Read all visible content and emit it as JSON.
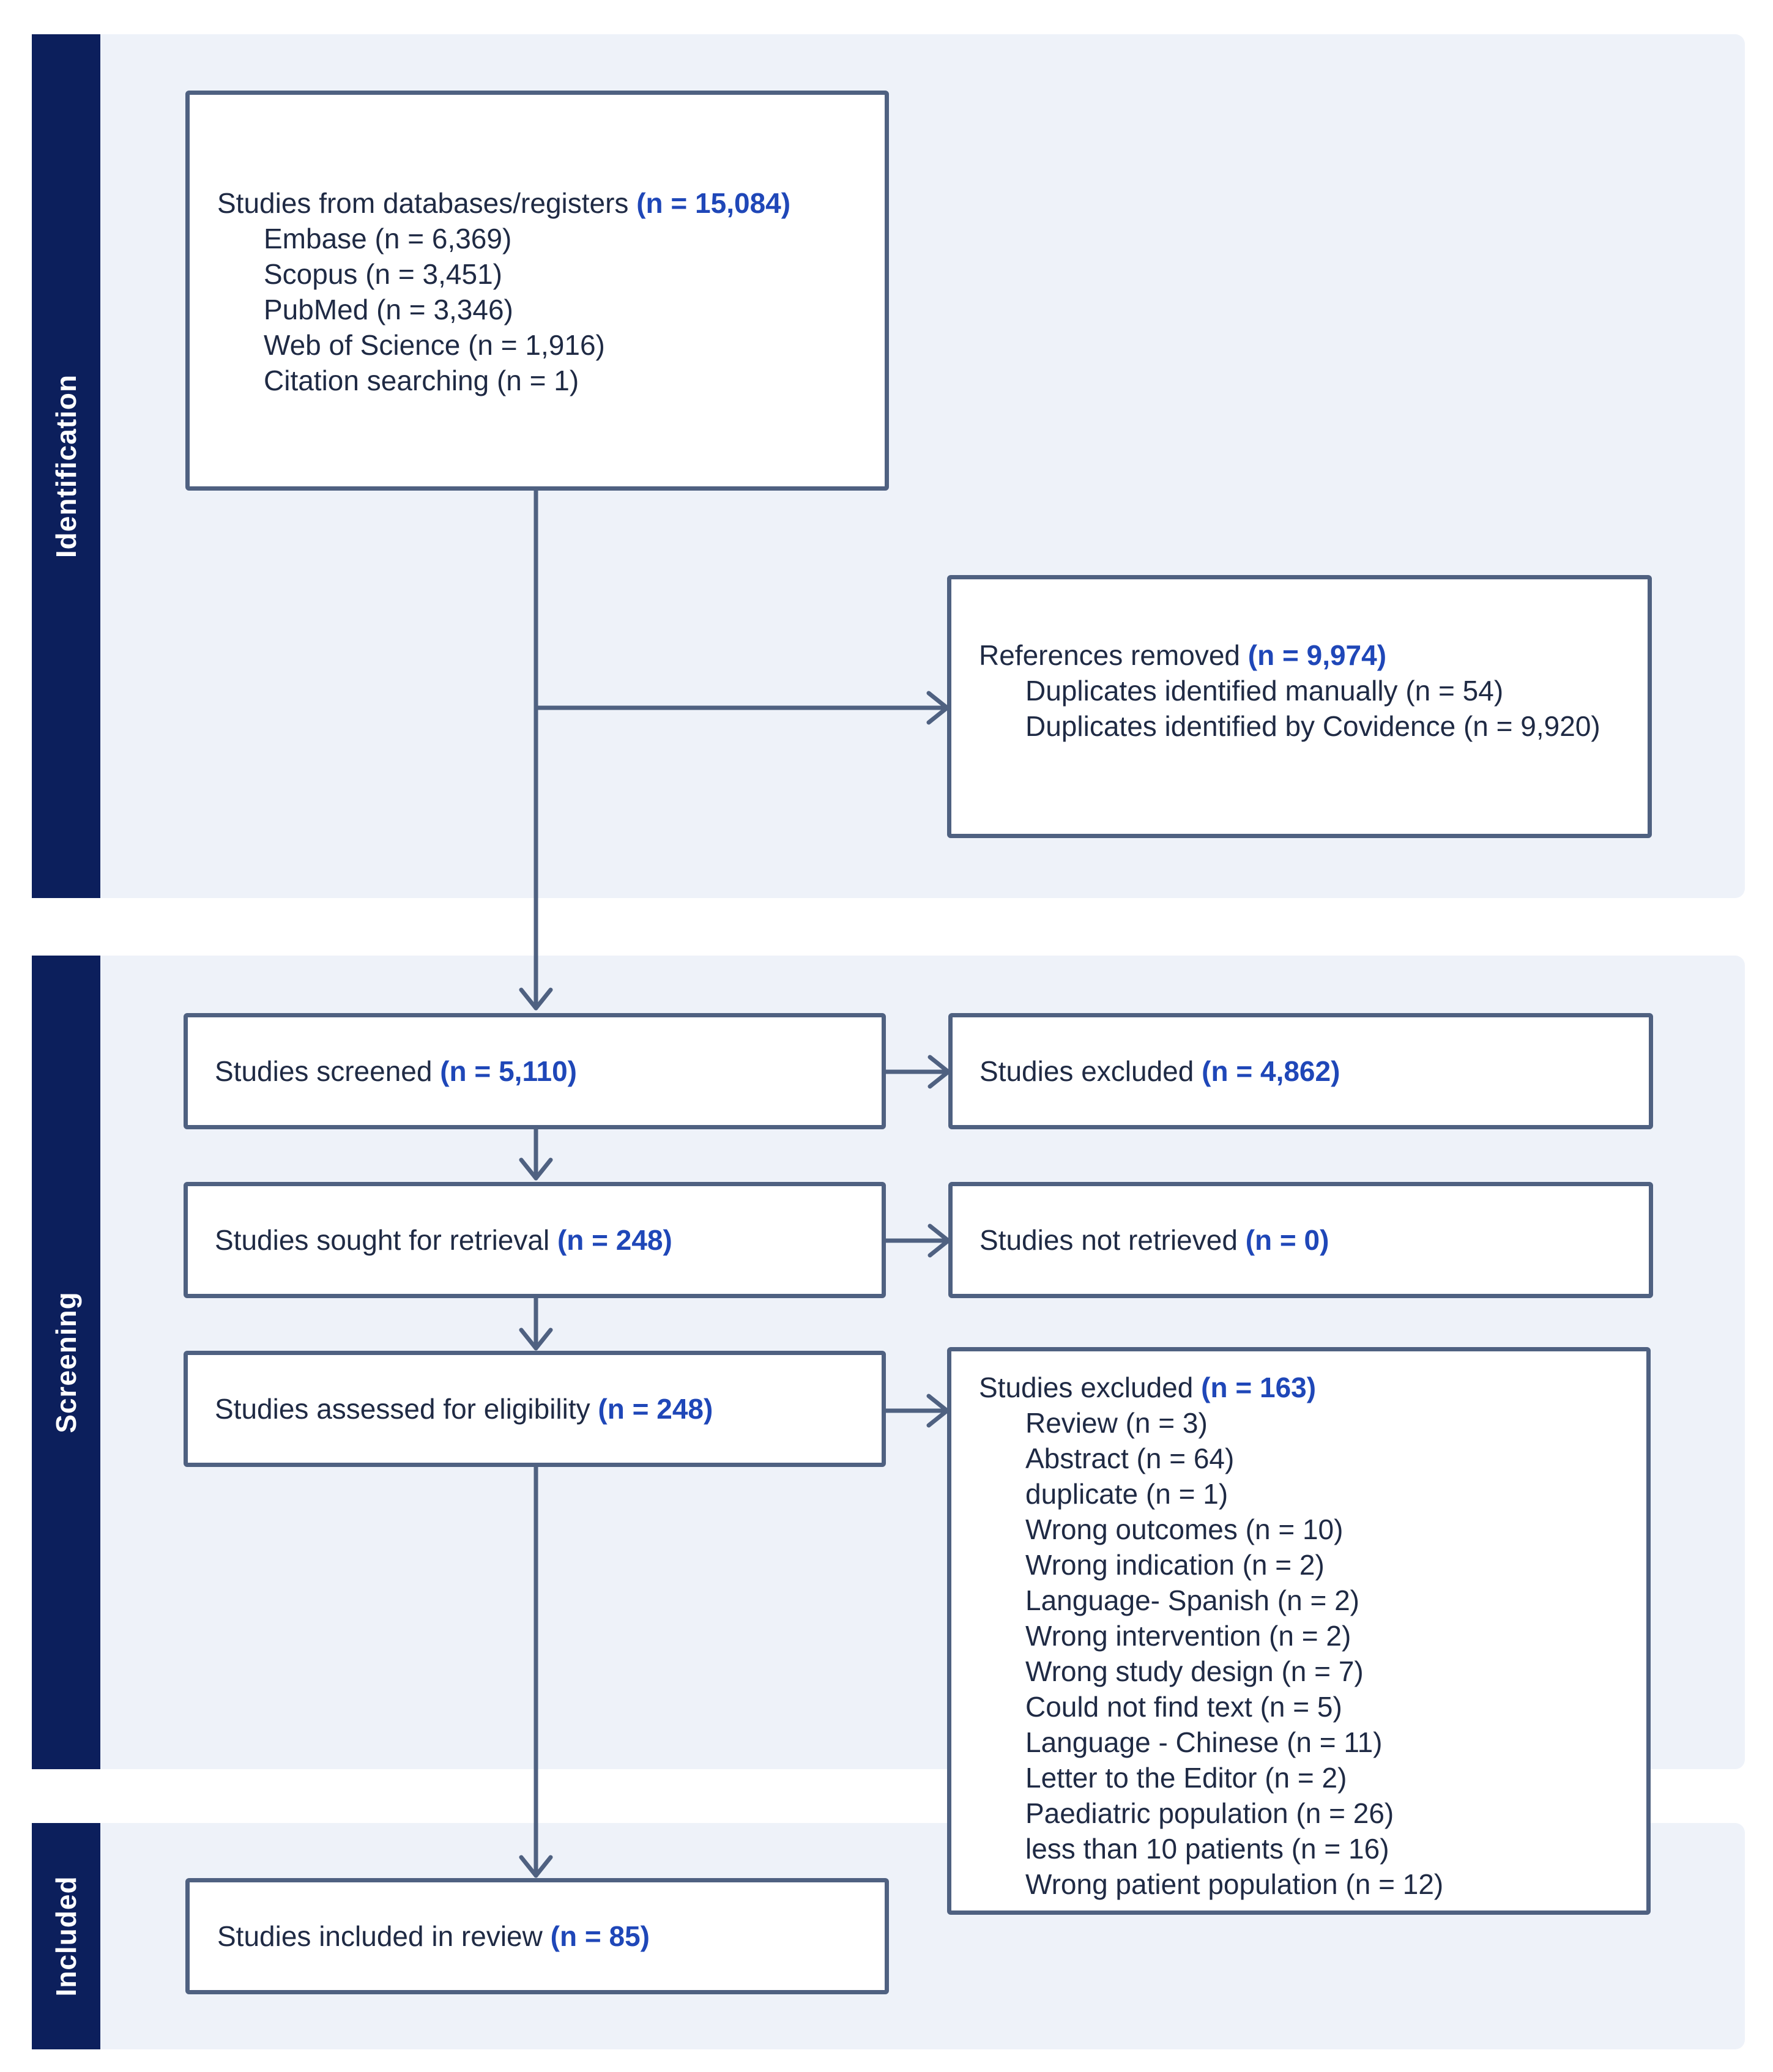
{
  "sections": {
    "identification": "Identification",
    "screening": "Screening",
    "included": "Included"
  },
  "colors": {
    "accent": "#1f47b8",
    "side_bar": "#0c1f5c",
    "section_bg": "#eef2f9",
    "box_border": "#4f6181"
  },
  "boxes": {
    "databases": {
      "label": "Studies from databases/registers",
      "count": "(n = 15,084)",
      "items": [
        "Embase (n = 6,369)",
        "Scopus (n = 3,451)",
        "PubMed (n = 3,346)",
        "Web of Science (n = 1,916)",
        "Citation searching (n = 1)"
      ]
    },
    "removed": {
      "label": "References removed",
      "count": "(n = 9,974)",
      "items": [
        "Duplicates identified manually (n = 54)",
        "Duplicates identified by Covidence (n = 9,920)"
      ]
    },
    "screened": {
      "label": "Studies screened",
      "count": "(n = 5,110)"
    },
    "excluded_screen": {
      "label": "Studies excluded",
      "count": "(n = 4,862)"
    },
    "sought": {
      "label": "Studies sought for retrieval",
      "count": "(n = 248)"
    },
    "not_retrieved": {
      "label": "Studies not retrieved",
      "count": "(n = 0)"
    },
    "assessed": {
      "label": "Studies assessed for eligibility",
      "count": "(n = 248)"
    },
    "excluded_full": {
      "label": "Studies excluded",
      "count": "(n = 163)",
      "items": [
        "Review (n = 3)",
        "Abstract (n = 64)",
        "duplicate (n = 1)",
        "Wrong outcomes (n = 10)",
        "Wrong indication (n = 2)",
        "Language- Spanish (n = 2)",
        "Wrong intervention (n = 2)",
        "Wrong study design (n = 7)",
        "Could not find text (n = 5)",
        "Language - Chinese (n = 11)",
        "Letter to the Editor (n = 2)",
        "Paediatric population (n = 26)",
        "less than 10 patients (n = 16)",
        "Wrong patient population (n = 12)"
      ]
    },
    "included": {
      "label": "Studies included in review",
      "count": "(n = 85)"
    }
  }
}
